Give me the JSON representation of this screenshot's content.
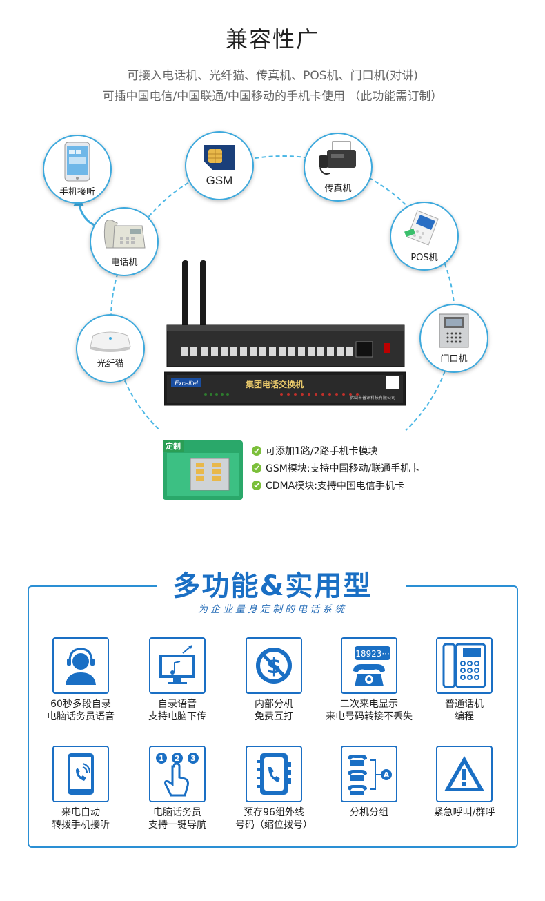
{
  "header": {
    "title": "兼容性广",
    "line1": "可接入电话机、光纤猫、传真机、POS机、门口机(对讲)",
    "line2": "可插中国电信/中国联通/中国移动的手机卡使用  （此功能需订制）"
  },
  "nodes": {
    "mobile": "手机接听",
    "gsm": "GSM",
    "fax": "传真机",
    "phone": "电话机",
    "pos": "POS机",
    "modem": "光纤猫",
    "door": "门口机"
  },
  "device": {
    "panel_text": "集团电话交换机",
    "brand": "Excelltel",
    "company": "佛山市普讯科技有限公司"
  },
  "module": {
    "badge": "定制",
    "features": [
      "可添加1路/2路手机卡模块",
      "GSM模块:支持中国移动/联通手机卡",
      "CDMA模块:支持中国电信手机卡"
    ]
  },
  "section2": {
    "title": "多功能&实用型",
    "subtitle": "为企业量身定制的电话系统",
    "items": [
      {
        "l1": "60秒多段自录",
        "l2": "电脑话务员语音"
      },
      {
        "l1": "自录语音",
        "l2": "支持电脑下传"
      },
      {
        "l1": "内部分机",
        "l2": "免费互打"
      },
      {
        "l1": "二次来电显示",
        "l2": "来电号码转接不丢失"
      },
      {
        "l1": "普通话机",
        "l2": "编程"
      },
      {
        "l1": "来电自动",
        "l2": "转拨手机接听"
      },
      {
        "l1": "电脑话务员",
        "l2": "支持一键导航"
      },
      {
        "l1": "预存96组外线",
        "l2": "号码（缩位拨号）"
      },
      {
        "l1": "分机分组",
        "l2": ""
      },
      {
        "l1": "紧急呼叫/群呼",
        "l2": ""
      }
    ],
    "callerid_number": "18923···"
  }
}
